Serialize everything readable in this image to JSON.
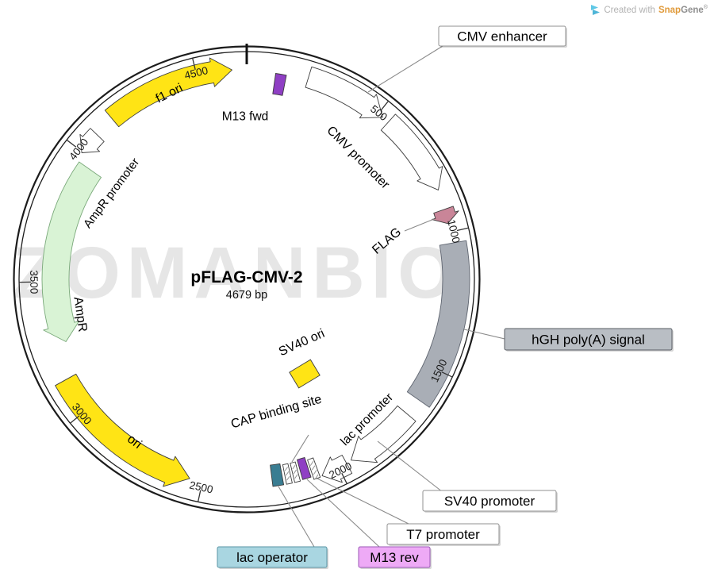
{
  "watermark": "ZOMANBIO",
  "attribution": {
    "created_with": "Created with",
    "brand_snap": "Snap",
    "brand_gene": "Gene",
    "registered": "®"
  },
  "plasmid": {
    "name": "pFLAG-CMV-2",
    "size": "4679 bp",
    "size_bp": 4679
  },
  "ticks": [
    {
      "bp": 500,
      "label": "500"
    },
    {
      "bp": 1000,
      "label": "1000"
    },
    {
      "bp": 1500,
      "label": "1500"
    },
    {
      "bp": 2000,
      "label": "2000"
    },
    {
      "bp": 2500,
      "label": "2500"
    },
    {
      "bp": 3000,
      "label": "3000"
    },
    {
      "bp": 3500,
      "label": "3500"
    },
    {
      "bp": 4000,
      "label": "4000"
    },
    {
      "bp": 4500,
      "label": "4500"
    }
  ],
  "map_labels": {
    "f1_ori": "f1 ori",
    "m13_fwd": "M13 fwd",
    "cmv_promoter": "CMV promoter",
    "flag": "FLAG",
    "lac_promoter": "lac promoter",
    "cap_binding_site": "CAP binding site",
    "sv40_ori": "SV40 ori",
    "ori": "ori",
    "ampr": "AmpR",
    "ampr_promoter": "AmpR promoter"
  },
  "callouts": {
    "cmv_enhancer": "CMV enhancer",
    "hgh_polya": "hGH poly(A) signal",
    "sv40_promoter": "SV40 promoter",
    "t7_promoter": "T7 promoter",
    "m13_rev": "M13 rev",
    "lac_operator": "lac operator"
  },
  "colors": {
    "ring": "#1c1c1c",
    "tick": "#333333",
    "stroke": "#3c3c3c",
    "leader": "#8a8a8a",
    "yellow": "#ffe415",
    "white": "#ffffff",
    "gray": "#a9aeb6",
    "green": "#d9f3d5",
    "purple": "#8f3fc4",
    "pink": "#c98598",
    "teal": "#3a7d92",
    "gray_label": "#b9bec4",
    "purple_label": "#eeaaf6",
    "teal_label": "#a9d6e1",
    "white_label": "#ffffff",
    "snap_orange": "#e09a3a",
    "brand_gray": "#8f8f8f",
    "logo_cyan": "#5fc8e6"
  }
}
